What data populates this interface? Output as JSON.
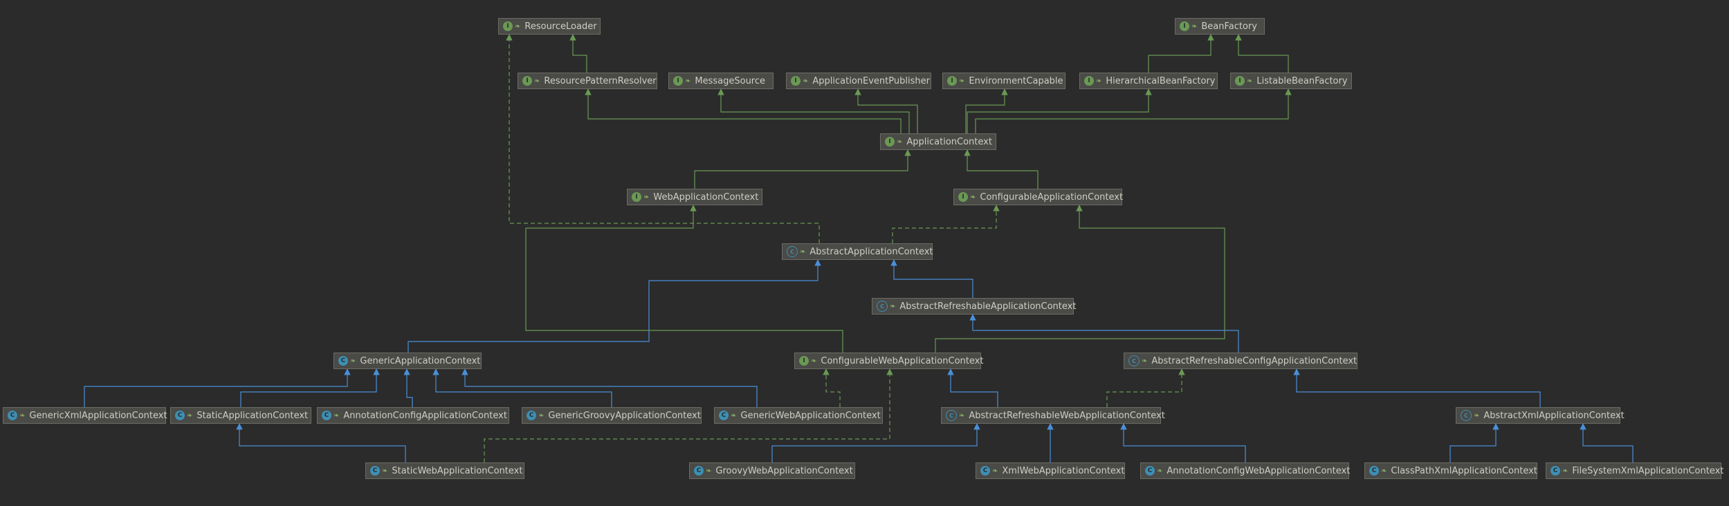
{
  "colors": {
    "interface_edge": "#6a9955",
    "class_edge": "#4a8fd8",
    "implements_edge": "#6a9955"
  },
  "nodes": [
    {
      "id": "ResourceLoader",
      "kind": "interface",
      "label": "ResourceLoader",
      "icon": "interface-icon"
    },
    {
      "id": "BeanFactory",
      "kind": "interface",
      "label": "BeanFactory",
      "icon": "interface-icon"
    },
    {
      "id": "ResourcePatternResolver",
      "kind": "interface",
      "label": "ResourcePatternResolver",
      "icon": "interface-icon"
    },
    {
      "id": "MessageSource",
      "kind": "interface",
      "label": "MessageSource",
      "icon": "interface-icon"
    },
    {
      "id": "ApplicationEventPublisher",
      "kind": "interface",
      "label": "ApplicationEventPublisher",
      "icon": "interface-icon"
    },
    {
      "id": "EnvironmentCapable",
      "kind": "interface",
      "label": "EnvironmentCapable",
      "icon": "interface-icon"
    },
    {
      "id": "HierarchicalBeanFactory",
      "kind": "interface",
      "label": "HierarchicalBeanFactory",
      "icon": "interface-icon"
    },
    {
      "id": "ListableBeanFactory",
      "kind": "interface",
      "label": "ListableBeanFactory",
      "icon": "interface-icon"
    },
    {
      "id": "ApplicationContext",
      "kind": "interface",
      "label": "ApplicationContext",
      "icon": "interface-icon"
    },
    {
      "id": "WebApplicationContext",
      "kind": "interface",
      "label": "WebApplicationContext",
      "icon": "interface-icon"
    },
    {
      "id": "ConfigurableApplicationContext",
      "kind": "interface",
      "label": "ConfigurableApplicationContext",
      "icon": "interface-icon"
    },
    {
      "id": "AbstractApplicationContext",
      "kind": "abstract",
      "label": "AbstractApplicationContext",
      "icon": "abstract-class-icon"
    },
    {
      "id": "AbstractRefreshableApplicationContext",
      "kind": "abstract",
      "label": "AbstractRefreshableApplicationContext",
      "icon": "abstract-class-icon"
    },
    {
      "id": "GenericApplicationContext",
      "kind": "class",
      "label": "GenericApplicationContext",
      "icon": "class-icon"
    },
    {
      "id": "ConfigurableWebApplicationContext",
      "kind": "interface",
      "label": "ConfigurableWebApplicationContext",
      "icon": "interface-icon"
    },
    {
      "id": "AbstractRefreshableConfigApplicationContext",
      "kind": "abstract",
      "label": "AbstractRefreshableConfigApplicationContext",
      "icon": "abstract-class-icon"
    },
    {
      "id": "GenericXmlApplicationContext",
      "kind": "class",
      "label": "GenericXmlApplicationContext",
      "icon": "class-icon"
    },
    {
      "id": "StaticApplicationContext",
      "kind": "class",
      "label": "StaticApplicationContext",
      "icon": "class-icon"
    },
    {
      "id": "AnnotationConfigApplicationContext",
      "kind": "class",
      "label": "AnnotationConfigApplicationContext",
      "icon": "class-icon"
    },
    {
      "id": "GenericGroovyApplicationContext",
      "kind": "class",
      "label": "GenericGroovyApplicationContext",
      "icon": "class-icon"
    },
    {
      "id": "GenericWebApplicationContext",
      "kind": "class",
      "label": "GenericWebApplicationContext",
      "icon": "class-icon"
    },
    {
      "id": "AbstractRefreshableWebApplicationContext",
      "kind": "abstract",
      "label": "AbstractRefreshableWebApplicationContext",
      "icon": "abstract-class-icon"
    },
    {
      "id": "AbstractXmlApplicationContext",
      "kind": "abstract",
      "label": "AbstractXmlApplicationContext",
      "icon": "abstract-class-icon"
    },
    {
      "id": "StaticWebApplicationContext",
      "kind": "class",
      "label": "StaticWebApplicationContext",
      "icon": "class-icon"
    },
    {
      "id": "GroovyWebApplicationContext",
      "kind": "class",
      "label": "GroovyWebApplicationContext",
      "icon": "class-icon"
    },
    {
      "id": "XmlWebApplicationContext",
      "kind": "class",
      "label": "XmlWebApplicationContext",
      "icon": "class-icon"
    },
    {
      "id": "AnnotationConfigWebApplicationContext",
      "kind": "class",
      "label": "AnnotationConfigWebApplicationContext",
      "icon": "class-icon"
    },
    {
      "id": "ClassPathXmlApplicationContext",
      "kind": "class",
      "label": "ClassPathXmlApplicationContext",
      "icon": "class-icon"
    },
    {
      "id": "FileSystemXmlApplicationContext",
      "kind": "class",
      "label": "FileSystemXmlApplicationContext",
      "icon": "class-icon"
    }
  ],
  "edges": [
    {
      "from": "ResourcePatternResolver",
      "to": "ResourceLoader",
      "type": "extends-interface"
    },
    {
      "from": "HierarchicalBeanFactory",
      "to": "BeanFactory",
      "type": "extends-interface"
    },
    {
      "from": "ListableBeanFactory",
      "to": "BeanFactory",
      "type": "extends-interface"
    },
    {
      "from": "ApplicationContext",
      "to": "ResourcePatternResolver",
      "type": "extends-interface"
    },
    {
      "from": "ApplicationContext",
      "to": "MessageSource",
      "type": "extends-interface"
    },
    {
      "from": "ApplicationContext",
      "to": "ApplicationEventPublisher",
      "type": "extends-interface"
    },
    {
      "from": "ApplicationContext",
      "to": "EnvironmentCapable",
      "type": "extends-interface"
    },
    {
      "from": "ApplicationContext",
      "to": "HierarchicalBeanFactory",
      "type": "extends-interface"
    },
    {
      "from": "ApplicationContext",
      "to": "ListableBeanFactory",
      "type": "extends-interface"
    },
    {
      "from": "WebApplicationContext",
      "to": "ApplicationContext",
      "type": "extends-interface"
    },
    {
      "from": "ConfigurableApplicationContext",
      "to": "ApplicationContext",
      "type": "extends-interface"
    },
    {
      "from": "AbstractApplicationContext",
      "to": "ResourceLoader",
      "type": "implements"
    },
    {
      "from": "AbstractApplicationContext",
      "to": "ConfigurableApplicationContext",
      "type": "implements"
    },
    {
      "from": "AbstractRefreshableApplicationContext",
      "to": "AbstractApplicationContext",
      "type": "extends-class"
    },
    {
      "from": "GenericApplicationContext",
      "to": "AbstractApplicationContext",
      "type": "extends-class"
    },
    {
      "from": "ConfigurableWebApplicationContext",
      "to": "WebApplicationContext",
      "type": "extends-interface"
    },
    {
      "from": "ConfigurableWebApplicationContext",
      "to": "ConfigurableApplicationContext",
      "type": "extends-interface"
    },
    {
      "from": "AbstractRefreshableConfigApplicationContext",
      "to": "AbstractRefreshableApplicationContext",
      "type": "extends-class"
    },
    {
      "from": "GenericXmlApplicationContext",
      "to": "GenericApplicationContext",
      "type": "extends-class"
    },
    {
      "from": "StaticApplicationContext",
      "to": "GenericApplicationContext",
      "type": "extends-class"
    },
    {
      "from": "AnnotationConfigApplicationContext",
      "to": "GenericApplicationContext",
      "type": "extends-class"
    },
    {
      "from": "GenericGroovyApplicationContext",
      "to": "GenericApplicationContext",
      "type": "extends-class"
    },
    {
      "from": "GenericWebApplicationContext",
      "to": "GenericApplicationContext",
      "type": "extends-class"
    },
    {
      "from": "GenericWebApplicationContext",
      "to": "ConfigurableWebApplicationContext",
      "type": "implements"
    },
    {
      "from": "AbstractRefreshableWebApplicationContext",
      "to": "AbstractRefreshableConfigApplicationContext",
      "type": "extends-class"
    },
    {
      "from": "AbstractRefreshableWebApplicationContext",
      "to": "ConfigurableWebApplicationContext",
      "type": "implements"
    },
    {
      "from": "AbstractXmlApplicationContext",
      "to": "AbstractRefreshableConfigApplicationContext",
      "type": "extends-class"
    },
    {
      "from": "StaticWebApplicationContext",
      "to": "StaticApplicationContext",
      "type": "extends-class"
    },
    {
      "from": "StaticWebApplicationContext",
      "to": "ConfigurableWebApplicationContext",
      "type": "implements"
    },
    {
      "from": "GroovyWebApplicationContext",
      "to": "AbstractRefreshableWebApplicationContext",
      "type": "extends-class"
    },
    {
      "from": "XmlWebApplicationContext",
      "to": "AbstractRefreshableWebApplicationContext",
      "type": "extends-class"
    },
    {
      "from": "AnnotationConfigWebApplicationContext",
      "to": "AbstractRefreshableWebApplicationContext",
      "type": "extends-class"
    },
    {
      "from": "ClassPathXmlApplicationContext",
      "to": "AbstractXmlApplicationContext",
      "type": "extends-class"
    },
    {
      "from": "FileSystemXmlApplicationContext",
      "to": "AbstractXmlApplicationContext",
      "type": "extends-class"
    }
  ]
}
